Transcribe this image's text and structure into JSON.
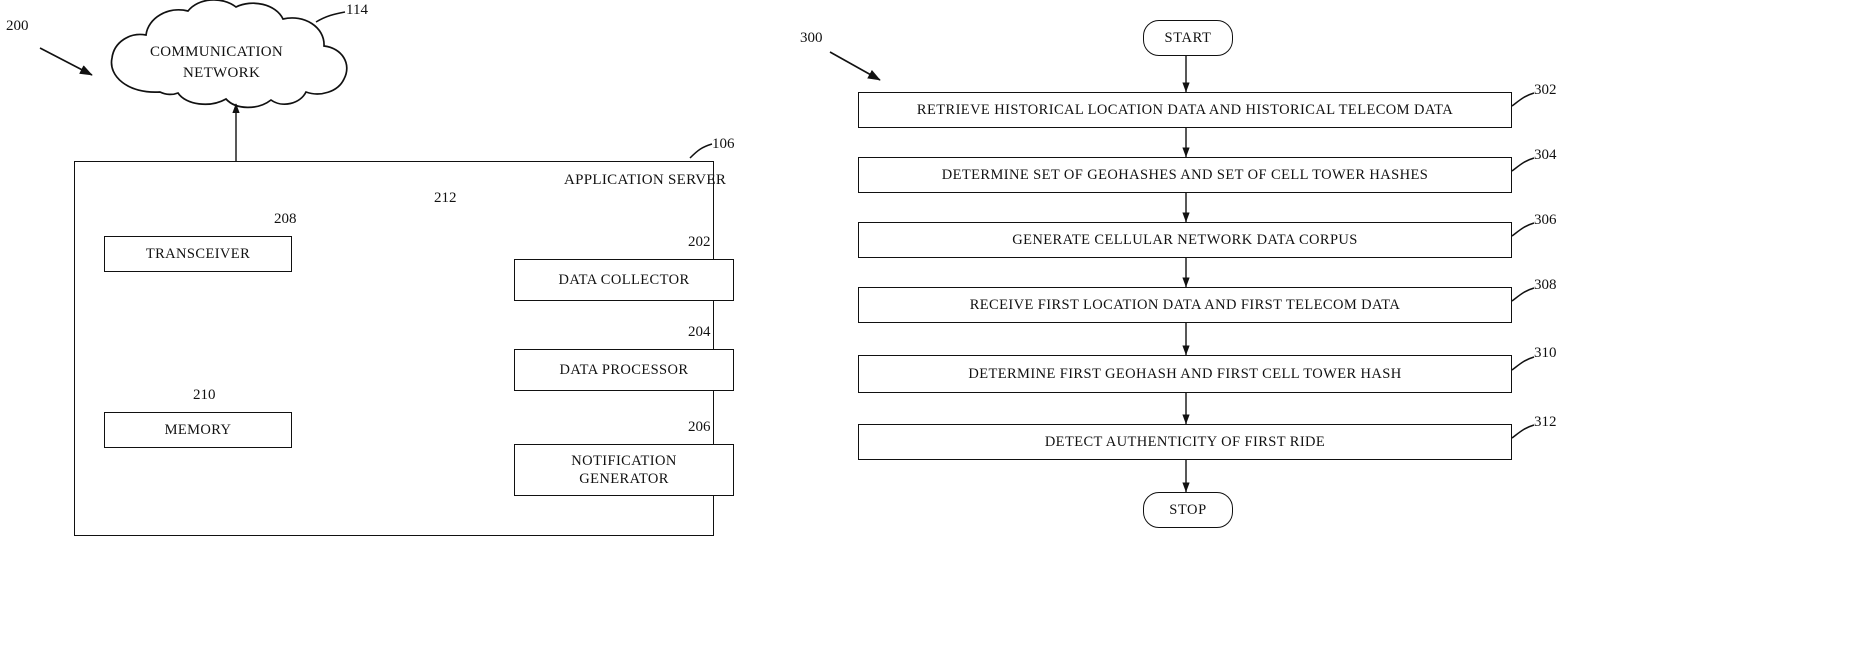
{
  "figures": [
    {
      "id": "fig-2",
      "ref": "200",
      "title_ref": "200",
      "cloud": {
        "label_line1": "COMMUNICATION",
        "label_line2": "NETWORK",
        "ref": "114"
      },
      "server": {
        "label": "APPLICATION SERVER",
        "ref": "106"
      },
      "bus": {
        "ref": "212"
      },
      "blocks": [
        {
          "name": "transceiver",
          "label": "TRANSCEIVER",
          "ref": "208"
        },
        {
          "name": "memory",
          "label": "MEMORY",
          "ref": "210"
        },
        {
          "name": "data-collector",
          "label": "DATA COLLECTOR",
          "ref": "202"
        },
        {
          "name": "data-processor",
          "label": "DATA PROCESSOR",
          "ref": "204"
        },
        {
          "name": "notification-generator",
          "label": "NOTIFICATION GENERATOR",
          "label_line1": "NOTIFICATION",
          "label_line2": "GENERATOR",
          "ref": "206"
        }
      ]
    },
    {
      "id": "fig-3",
      "ref": "300",
      "start": "START",
      "stop": "STOP",
      "steps": [
        {
          "label": "RETRIEVE HISTORICAL LOCATION DATA AND HISTORICAL TELECOM DATA",
          "ref": "302"
        },
        {
          "label": "DETERMINE SET OF GEOHASHES AND SET OF CELL TOWER HASHES",
          "ref": "304"
        },
        {
          "label": "GENERATE CELLULAR NETWORK DATA CORPUS",
          "ref": "306"
        },
        {
          "label": "RECEIVE FIRST LOCATION DATA AND FIRST TELECOM DATA",
          "ref": "308"
        },
        {
          "label": "DETERMINE FIRST GEOHASH AND FIRST CELL TOWER HASH",
          "ref": "310"
        },
        {
          "label": "DETECT AUTHENTICITY OF FIRST RIDE",
          "ref": "312"
        }
      ]
    }
  ],
  "colors": {
    "ink": "#111111",
    "paper": "#ffffff"
  }
}
